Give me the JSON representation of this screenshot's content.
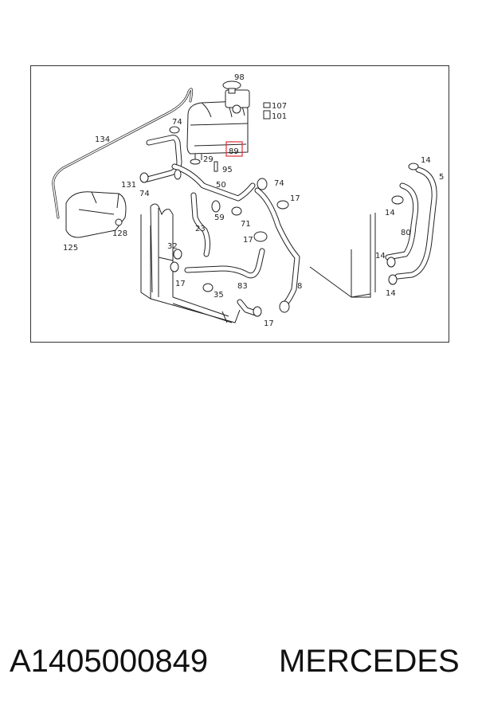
{
  "diagram": {
    "callouts": {
      "c98": "98",
      "c107": "107",
      "c101": "101",
      "c134": "134",
      "c74a": "74",
      "c89": "89",
      "c29": "29",
      "c95": "95",
      "c131": "131",
      "c74b": "74",
      "c50": "50",
      "c74c": "74",
      "c17a": "17",
      "c14a": "14",
      "c5": "5",
      "c14b": "14",
      "c59": "59",
      "c71": "71",
      "c128": "128",
      "c23": "23",
      "c17b": "17",
      "c80": "80",
      "c125": "125",
      "c32": "32",
      "c14c": "14",
      "c17c": "17",
      "c83": "83",
      "c8": "8",
      "c14d": "14",
      "c35": "35",
      "c17d": "17"
    },
    "highlight_color": "#e0303a"
  },
  "caption": {
    "part_number": "A1405000849",
    "brand": "MERCEDES"
  }
}
